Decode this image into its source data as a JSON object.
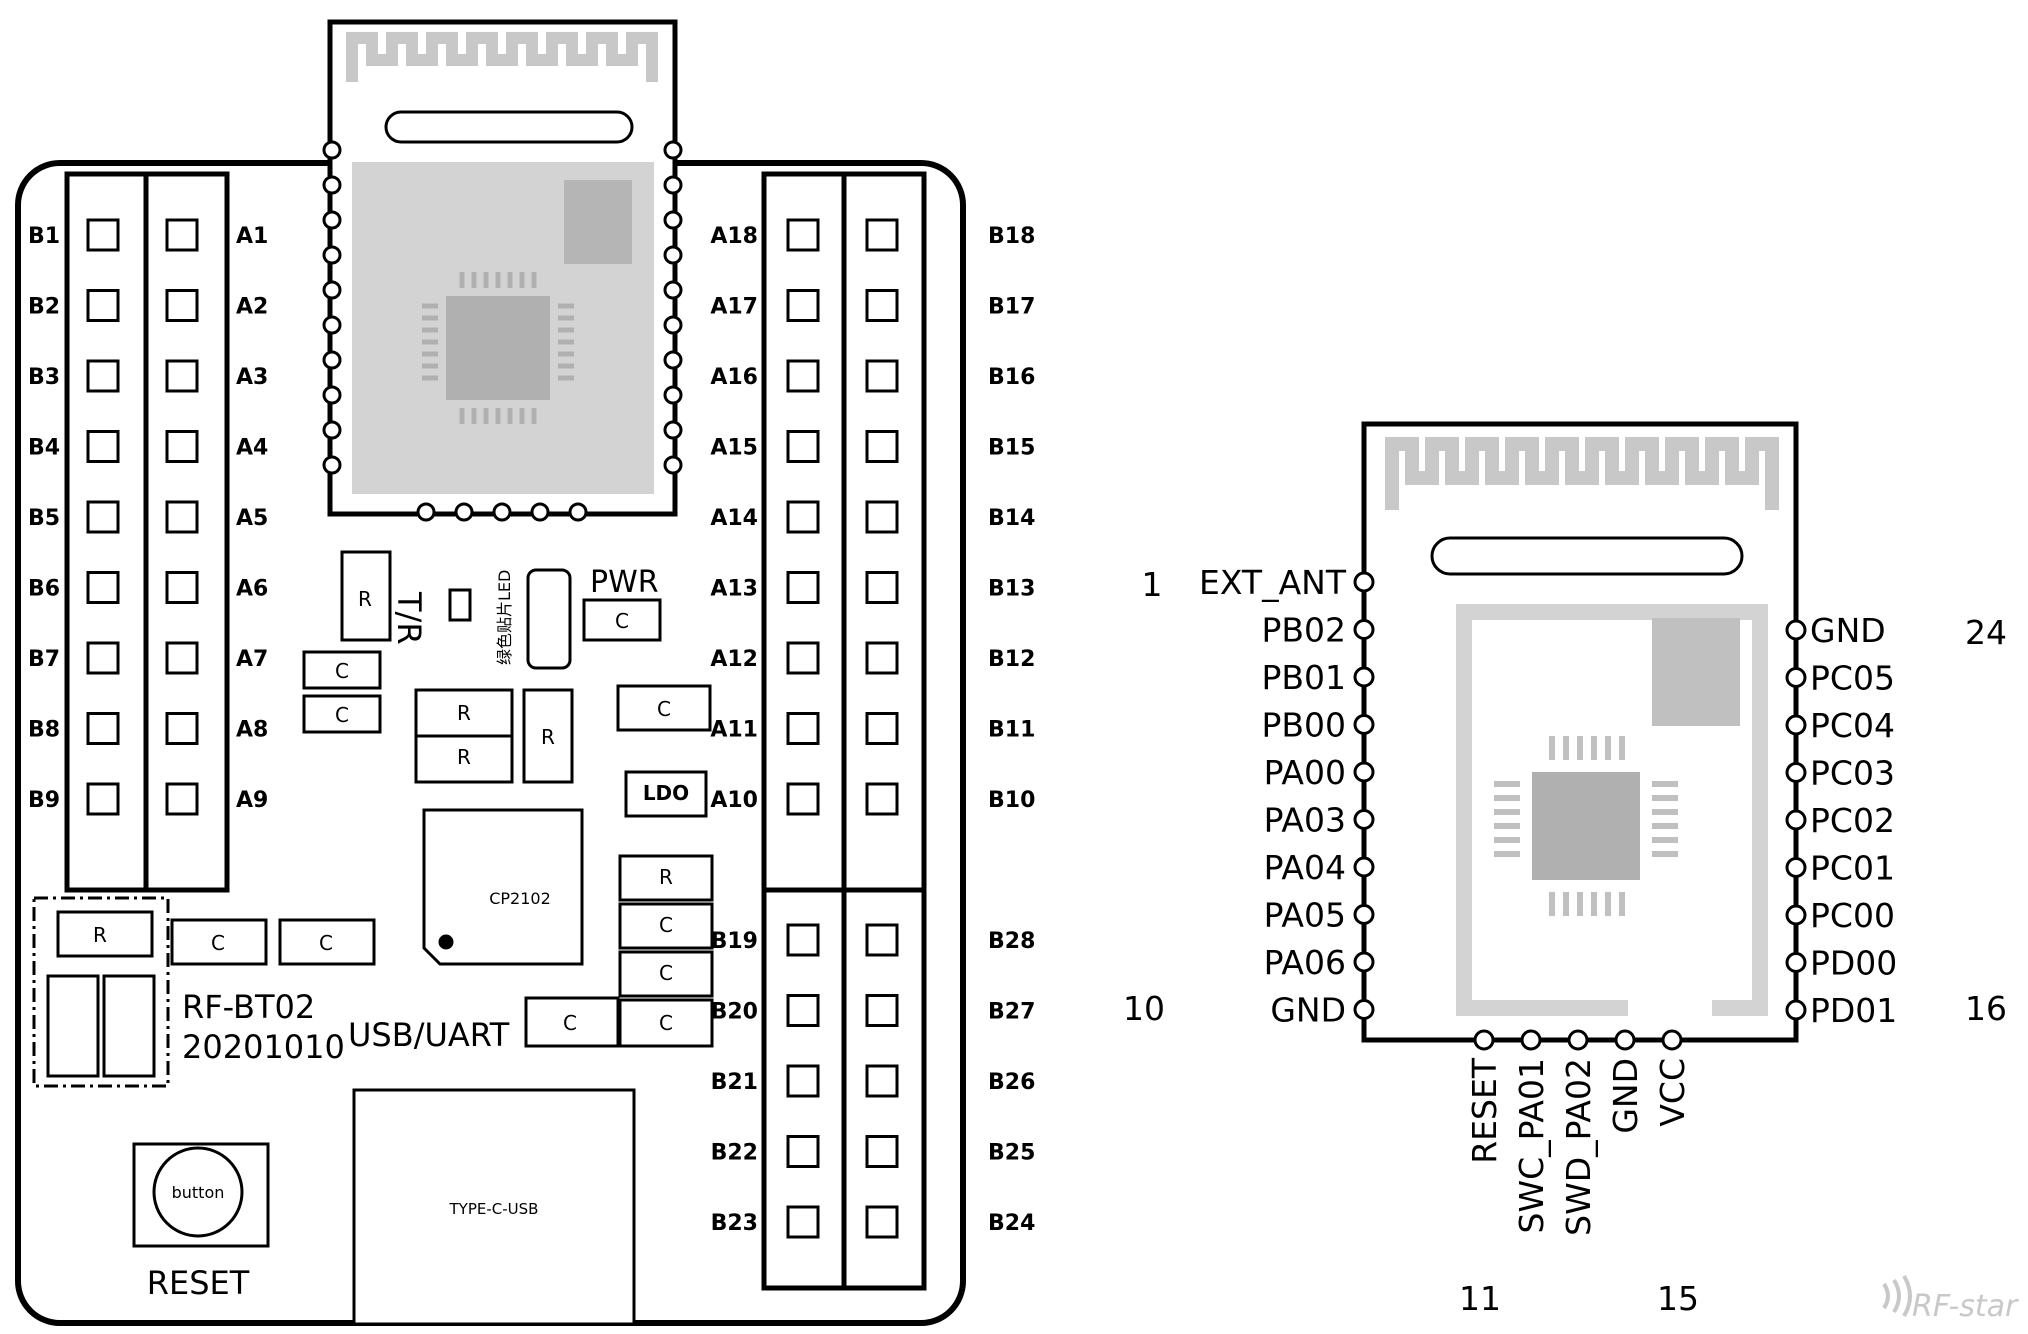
{
  "board": {
    "left_col_b": [
      "B1",
      "B2",
      "B3",
      "B4",
      "B5",
      "B6",
      "B7",
      "B8",
      "B9"
    ],
    "left_col_a": [
      "A1",
      "A2",
      "A3",
      "A4",
      "A5",
      "A6",
      "A7",
      "A8",
      "A9"
    ],
    "right_upper_a": [
      "A18",
      "A17",
      "A16",
      "A15",
      "A14",
      "A13",
      "A12",
      "A11",
      "A10"
    ],
    "right_upper_b": [
      "B18",
      "B17",
      "B16",
      "B15",
      "B14",
      "B13",
      "B12",
      "B11",
      "B10"
    ],
    "right_lower_left": [
      "B19",
      "B20",
      "B21",
      "B22",
      "B23"
    ],
    "right_lower_right": [
      "B28",
      "B27",
      "B26",
      "B25",
      "B24"
    ],
    "silk": {
      "tr": "T/R",
      "pwr": "PWR",
      "led_note": "绿色贴片LED",
      "ldo": "LDO",
      "cp2102": "CP2102",
      "model": "RF-BT02",
      "date": "20201010",
      "usb_uart": "USB/UART",
      "typec": "TYPE-C-USB",
      "button": "button",
      "reset": "RESET",
      "r": "R",
      "c": "C"
    }
  },
  "module": {
    "left_pins": [
      "EXT_ANT",
      "PB02",
      "PB01",
      "PB00",
      "PA00",
      "PA03",
      "PA04",
      "PA05",
      "PA06",
      "GND"
    ],
    "right_pins": [
      "GND",
      "PC05",
      "PC04",
      "PC03",
      "PC02",
      "PC01",
      "PC00",
      "PD00",
      "PD01"
    ],
    "bottom_pins": [
      "RESET",
      "SWC_PA01",
      "SWD_PA02",
      "GND",
      "VCC"
    ],
    "pin_numbers": {
      "p1": "1",
      "p10": "10",
      "p11": "11",
      "p15": "15",
      "p16": "16",
      "p24": "24"
    }
  },
  "watermark": "RF-star"
}
